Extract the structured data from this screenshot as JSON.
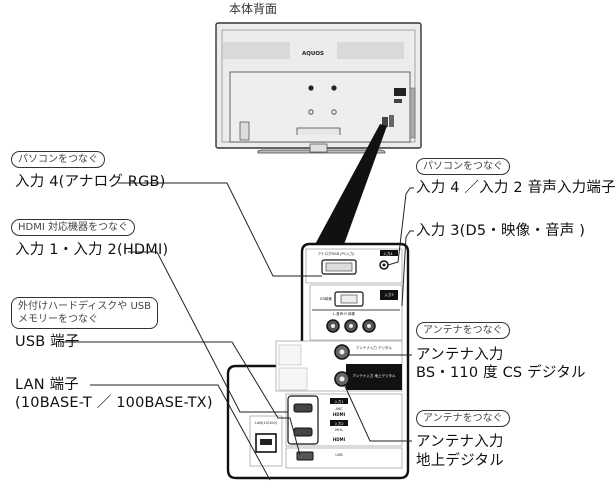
{
  "diagram": {
    "title": "本体背面",
    "tv_logo": "AQUOS",
    "left_callouts": [
      {
        "tag": "パソコンをつなぐ",
        "label": "入力 4(アナログ RGB)"
      },
      {
        "tag": "HDMI 対応機器をつなぐ",
        "label": "入力 1・入力 2(HDMI)"
      },
      {
        "tag_line1": "外付けハードディスクや USB",
        "tag_line2": "メモリーをつなぐ",
        "label": "USB 端子"
      },
      {
        "label_line1": "LAN 端子",
        "label_line2": "(10BASE-T ／ 100BASE-TX)"
      }
    ],
    "right_callouts": [
      {
        "tag": "パソコンをつなぐ",
        "label": "入力 4 ／入力 2 音声入力端子"
      },
      {
        "label": "入力 3(D5・映像・音声 )"
      },
      {
        "tag": "アンテナをつなぐ",
        "label_line1": "アンテナ入力",
        "label_line2": "BS・110 度 CS デジタル"
      },
      {
        "tag": "アンテナをつなぐ",
        "label_line1": "アンテナ入力",
        "label_line2": "地上デジタル"
      }
    ],
    "panel_labels": {
      "rgb_port": "アナログRGB (PC入力)",
      "input4_badge": "入力4",
      "audio_jack": "入力4/入力2 音声入力",
      "d5_label": "D5映像",
      "input3_badge": "入力3",
      "rca_label": "L-音声-R  映像",
      "antenna_digital": "アンテナ入力 デジタル",
      "antenna_terrestrial": "アンテナ入力 地上デジタル",
      "input1_badge": "入力1",
      "arc": "ARC",
      "hdmi": "HDMI",
      "input2_badge": "入力2",
      "mhl": "MHL",
      "usb": "USB",
      "lan": "LAN(10/100)"
    }
  }
}
